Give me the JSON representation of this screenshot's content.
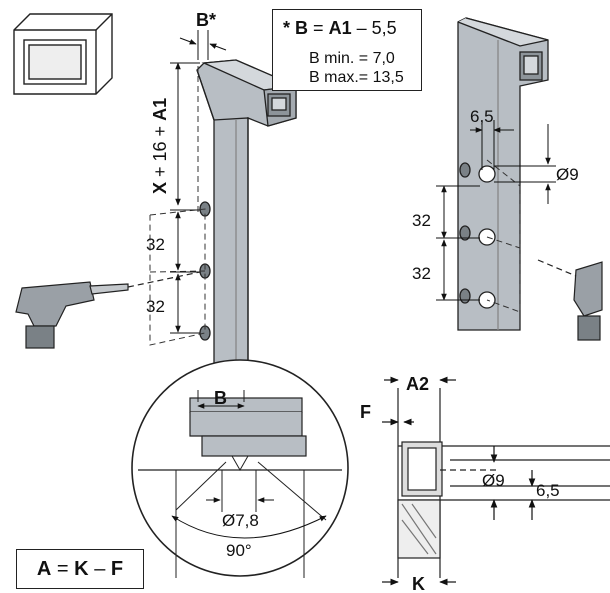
{
  "note": {
    "formula_star": "*",
    "formula_b": "B",
    "formula_eq": "=",
    "formula_a1": "A1",
    "formula_rest": "– 5,5",
    "bmin": "B min. =   7,0",
    "bmax": "B max.= 13,5"
  },
  "labels": {
    "b_star": "B*",
    "height_formula_x": "X",
    "height_formula_rest": " + 16 + ",
    "height_formula_a1": "A1",
    "spacing_left_1": "32",
    "spacing_left_2": "32",
    "spacing_right_1": "32",
    "spacing_right_2": "32",
    "offset_right": "6,5",
    "hole_right": "Ø9",
    "detail_b": "B",
    "detail_hole": "Ø7,8",
    "detail_angle": "90°",
    "a2": "A2",
    "f": "F",
    "section_hole": "Ø9",
    "section_offset": "6,5",
    "k": "K"
  },
  "formula_box": {
    "a": "A",
    "eq": "=",
    "k": "K",
    "minus": "–",
    "f": "F"
  }
}
